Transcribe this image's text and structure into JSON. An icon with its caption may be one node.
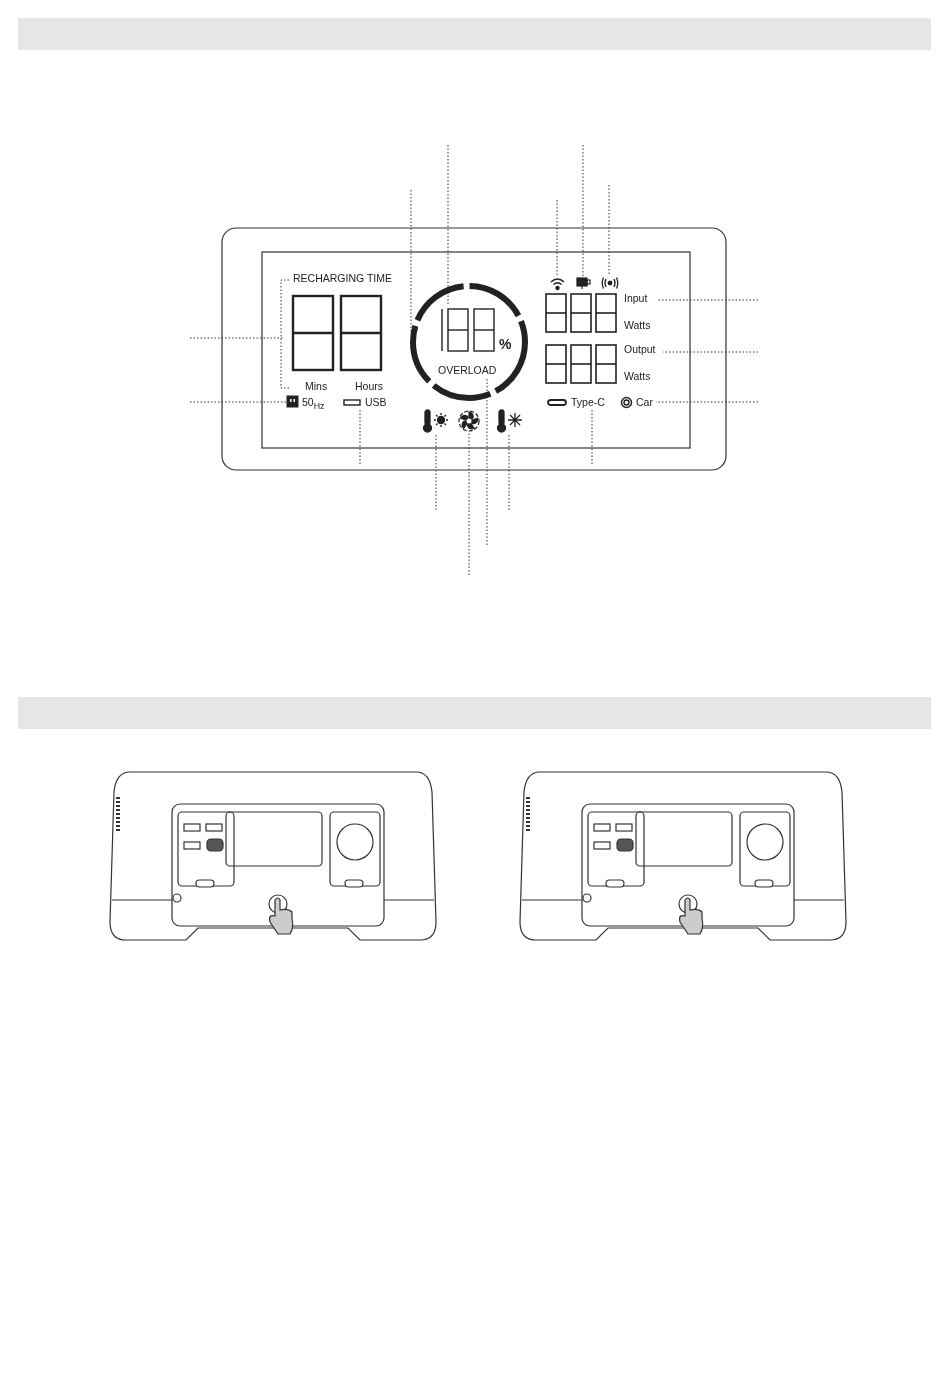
{
  "diagram": {
    "nodes": [
      {
        "text": [],
        "shape": "bar"
      },
      {
        "text": [
          "RECHARGING TIME",
          "Mins",
          "Hours"
        ]
      },
      {
        "text": [],
        "shape": "circle"
      },
      {
        "text": [
          "%"
        ],
        "in": 2
      },
      {
        "text": [
          "OVERLOAD"
        ],
        "in": 2
      },
      {
        "text": [],
        "shape": "wifi"
      },
      {
        "text": [],
        "shape": "battery"
      },
      {
        "text": [],
        "shape": "signal"
      },
      {
        "text": [
          "Input",
          "Watts"
        ]
      },
      {
        "text": [
          "Output",
          "Watts"
        ]
      },
      {
        "text": [
          "50$_{Hz}$"
        ]
      },
      {
        "text": [
          "USB"
        ]
      },
      {
        "text": [],
        "shape": "thermometer"
      },
      {
        "text": [],
        "shape": "fan"
      },
      {
        "text": [],
        "shape": "thermometer"
      },
      {
        "text": [
          "Type-C"
        ]
      },
      {
        "text": [
          "Car"
        ]
      },
      {
        "text": [],
        "shape": "bar"
      }
    ],
    "edges": [
      {
        "from": null,
        "to": 3,
        "arrow": "none"
      },
      {
        "from": null,
        "to": 6,
        "arrow": "none"
      },
      {
        "from": null,
        "to": 2,
        "arrow": "none"
      },
      {
        "from": null,
        "to": 5,
        "arrow": "none"
      },
      {
        "from": null,
        "to": 7,
        "arrow": "none"
      },
      {
        "from": null,
        "to": 8,
        "arrow": "none"
      },
      {
        "from": null,
        "to": 1,
        "arrow": "none"
      },
      {
        "from": null,
        "to": 9,
        "arrow": "none"
      },
      {
        "from": null,
        "to": 10,
        "arrow": "none"
      },
      {
        "from": null,
        "to": 16,
        "arrow": "none"
      },
      {
        "from": null,
        "to": 11,
        "arrow": "none"
      },
      {
        "from": null,
        "to": 15,
        "arrow": "none"
      },
      {
        "from": null,
        "to": 12,
        "arrow": "none"
      },
      {
        "from": null,
        "to": 14,
        "arrow": "none"
      },
      {
        "from": null,
        "to": 4,
        "arrow": "none"
      },
      {
        "from": null,
        "to": 13,
        "arrow": "none"
      }
    ]
  }
}
